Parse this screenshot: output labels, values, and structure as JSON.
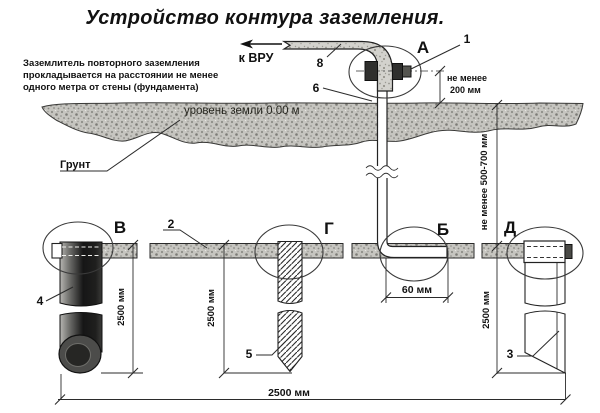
{
  "title": "Устройство контура заземления.",
  "annotation": {
    "line1": "Заземлитель повторного заземления",
    "line2": "прокладывается на расстоянии не менее",
    "line3": "одного метра от стены (фундамента)"
  },
  "labels": {
    "to_vru": "к ВРУ",
    "ground_level": "уровень земли 0.00 м",
    "soil": "Грунт"
  },
  "connection_points": {
    "a": "А",
    "b": "Б",
    "v": "В",
    "g": "Г",
    "d": "Д"
  },
  "part_numbers": {
    "p1": "1",
    "p2": "2",
    "p3": "3",
    "p4": "4",
    "p5": "5",
    "p6": "6",
    "p8": "8"
  },
  "dimensions": {
    "min200_l1": "не менее",
    "min200_l2": "200 мм",
    "trench_depth": "не менее 500-700 мм",
    "overlap": "60 мм",
    "depth_v": "2500 мм",
    "depth_g": "2500 мм",
    "depth_d": "2500 мм",
    "spacing": "2500 мм"
  },
  "colors": {
    "ink": "#1a1a1a",
    "soil_gray": "#c6c5c0",
    "pipe_dark": "#151515",
    "paper": "#ffffff"
  }
}
